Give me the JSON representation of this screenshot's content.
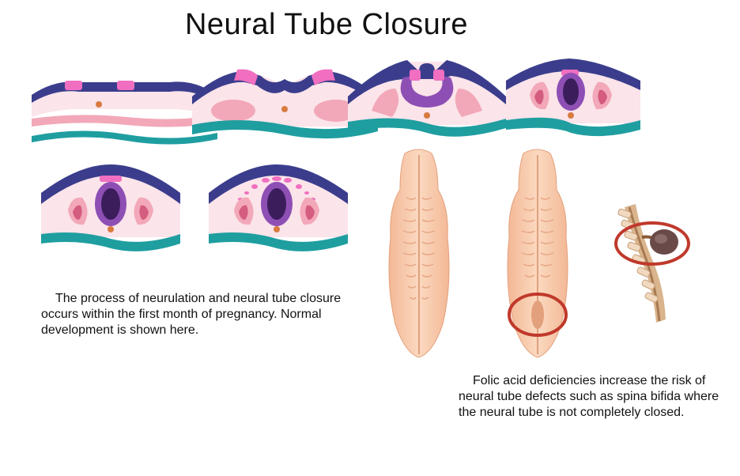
{
  "title": "Neural Tube Closure",
  "captions": {
    "normal": "The process of neurulation and neural tube closure occurs within the first month of pregnancy. Normal development is shown here.",
    "defect": "Folic acid deficiencies increase the risk of neural tube defects such as spina bifida where the neural tube is not completely closed."
  },
  "colors": {
    "ectoderm": "#3b3d8c",
    "neural_crest": "#f06fc0",
    "neural_tube": "#8e4fb5",
    "neural_tube_lumen": "#3b1d5c",
    "mesoderm": "#f2a8b8",
    "mesoderm_inner": "#d45c7e",
    "endoderm_teal": "#1f9ea0",
    "tissue_bg": "#fbe4ea",
    "notochord": "#d97a3f",
    "embryo_skin": "#f7c8a8",
    "highlight_circle": "#c0392b"
  }
}
